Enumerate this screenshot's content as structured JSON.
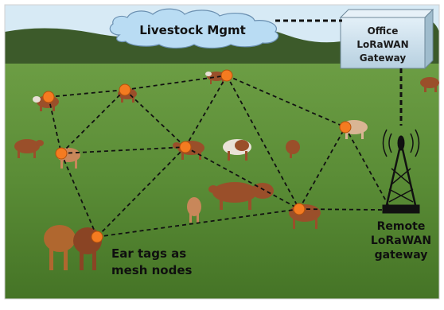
{
  "cloud": {
    "label": "Livestock Mgmt",
    "fill": "#b9dcf3",
    "stroke": "#6a8fb0"
  },
  "office_gateway": {
    "line1": "Office",
    "line2": "LoRaWAN",
    "line3": "Gateway",
    "fill": "#cfe2ee"
  },
  "remote_gateway": {
    "line1": "Remote",
    "line2": "LoRaWAN",
    "line3": "gateway"
  },
  "caption": {
    "line1": "Ear tags as",
    "line2": "mesh nodes"
  },
  "colors": {
    "node": "#f47b20",
    "link": "#111111",
    "sky": "#d7eaf5",
    "treeline": "#3c5a2a",
    "grass_far": "#5f8f3a",
    "grass_near": "#4c7d2a",
    "cow": "#9a4f2a"
  },
  "icons": [
    "cow-icon",
    "radio-tower-icon",
    "server-box-icon",
    "cloud-shape"
  ]
}
